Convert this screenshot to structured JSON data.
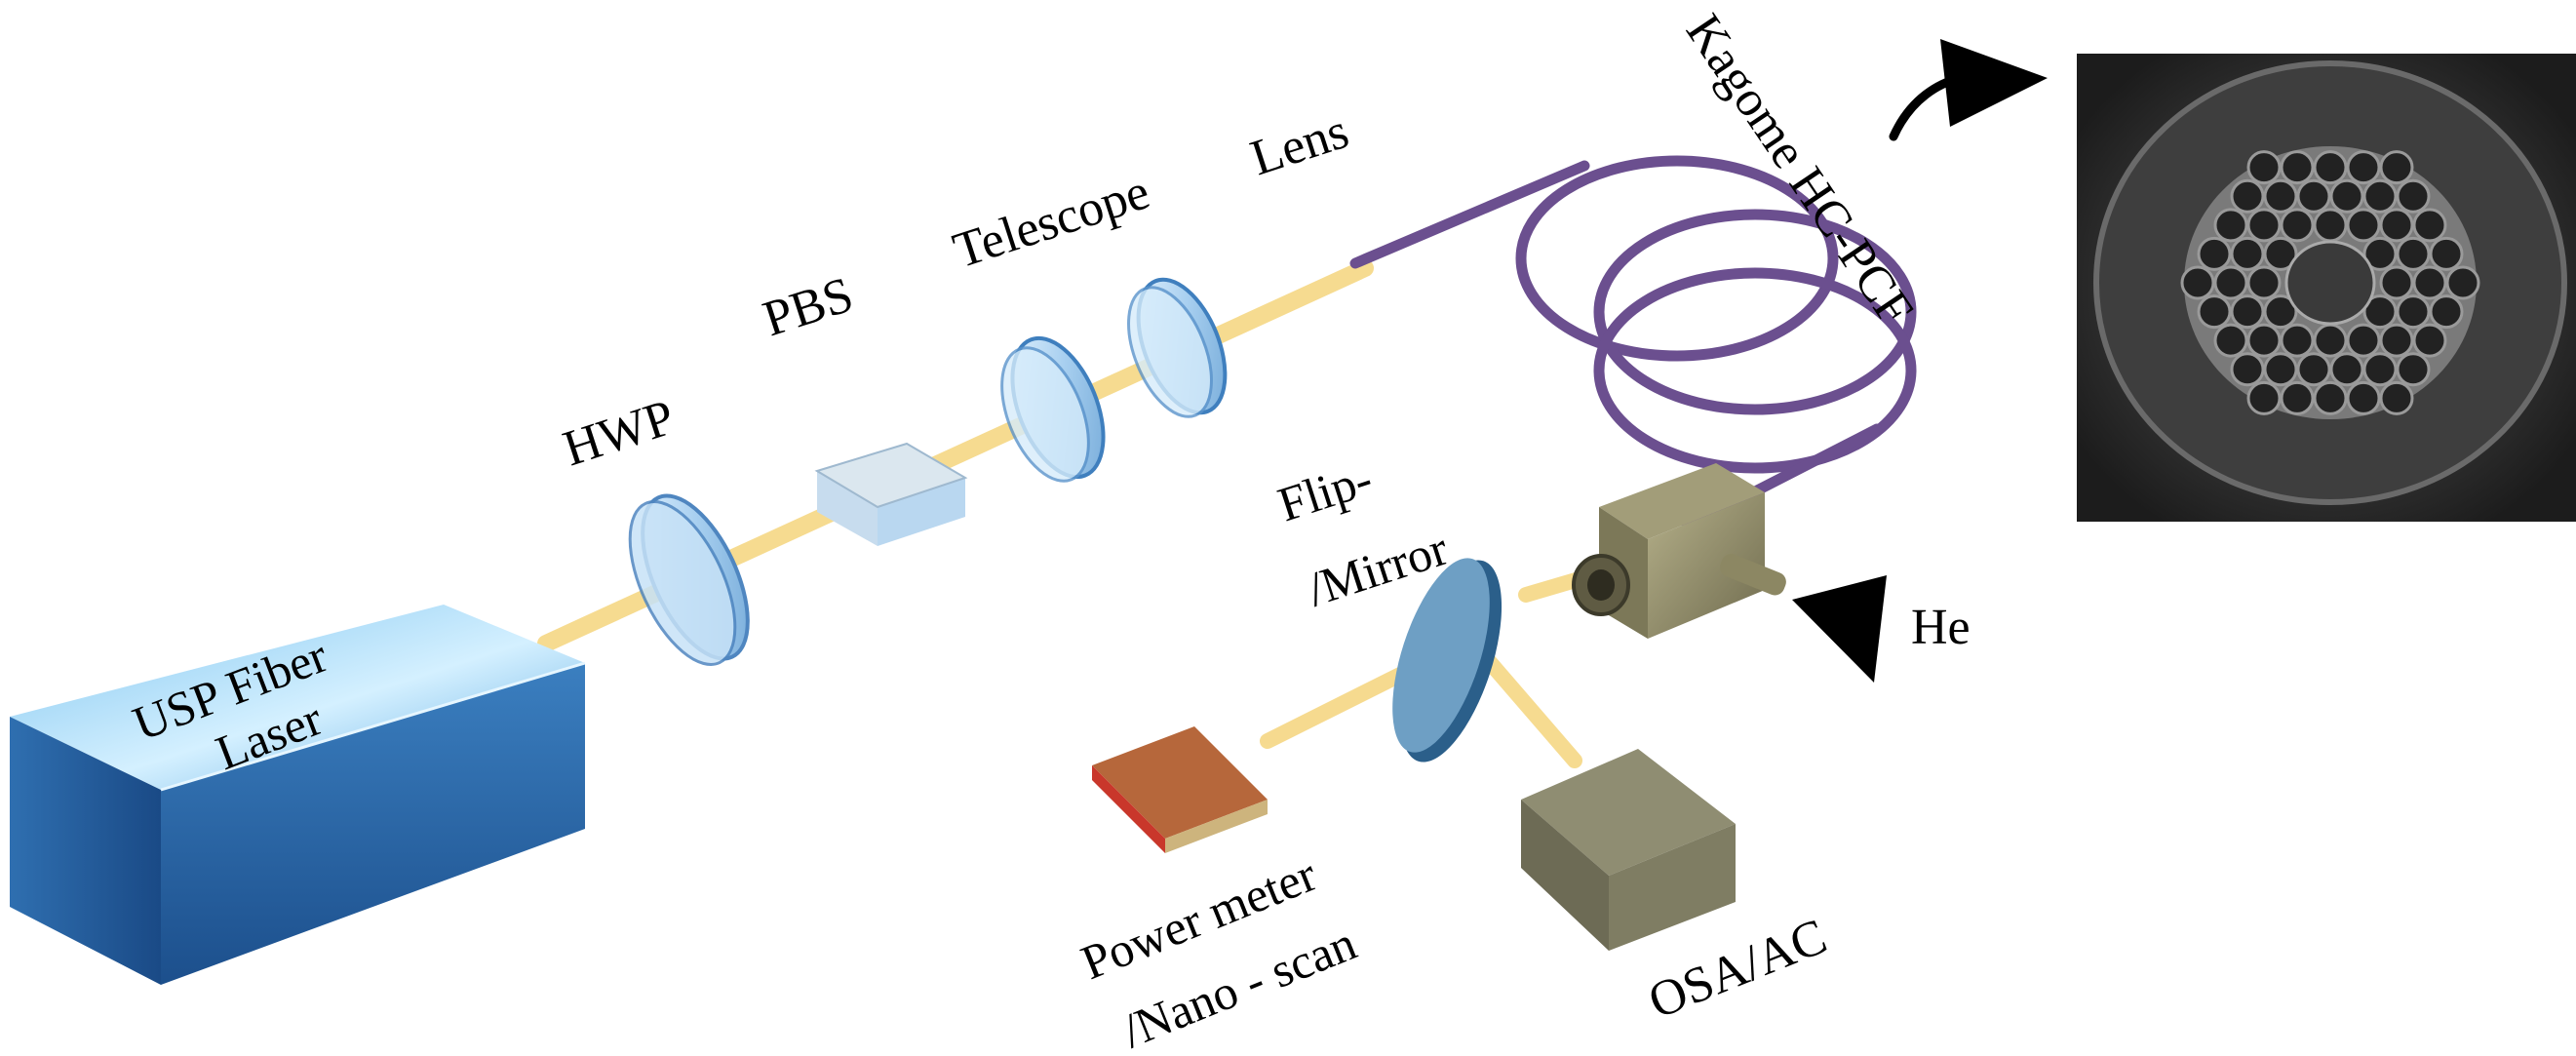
{
  "labels": {
    "laser_line1": "USP Fiber",
    "laser_line2": "Laser",
    "hwp": "HWP",
    "pbs": "PBS",
    "telescope": "Telescope",
    "lens": "Lens",
    "fiber": "Kagome HC-PCF",
    "flip_line1": "Flip-",
    "flip_line2": "/Mirror",
    "helium": "He",
    "power_line1": "Power meter",
    "power_line2": "/Nano - scan",
    "osa": "OSA/AC"
  },
  "colors": {
    "beam": "#f6d98a",
    "laser_top": "#aee0f8",
    "laser_front": "#2f6fb0",
    "fiber": "#6b4f8f",
    "gas_cell": "#8f8a68",
    "osa_box": "#7d7c64",
    "power_meter": "#c0683a",
    "optic": "#b8d8f2"
  },
  "icons": {
    "helium_inlet": "arrow-triangle-icon",
    "fiber_section": "micrograph-arrow-icon"
  }
}
